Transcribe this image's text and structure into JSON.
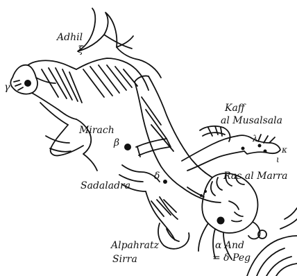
{
  "figure": {
    "ink_color": "#111111",
    "paper_color": "#ffffff"
  },
  "labels": {
    "adhil": "Adhil",
    "xi": "ξ",
    "gamma": "γ",
    "kaff_1": "Kaff",
    "kaff_2": "al Musalsala",
    "lambda": "λ",
    "kappa": "κ",
    "iota": "ι",
    "mirach": "Mirach",
    "beta": "β",
    "delta": "δ",
    "ras_al_marra": "Ras al Marra",
    "sadaladra": "Sadaladra",
    "alpheratz_1": "Alpahratz",
    "alpheratz_2": "Sirra",
    "alpha_and_1": "α And",
    "alpha_and_2": "= δ Peg"
  }
}
